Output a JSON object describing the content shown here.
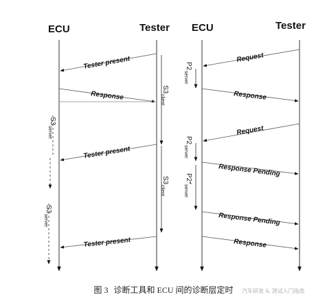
{
  "left_diagram": {
    "ecu_label": "ECU",
    "tester_label": "Tester",
    "messages": [
      "Tester present",
      "Response",
      "Tester present",
      "Tester present"
    ],
    "timers": [
      {
        "main": "S3",
        "sub": "client"
      },
      {
        "main": "S3",
        "sub": "server"
      },
      {
        "main": "S3",
        "sub": "client"
      },
      {
        "main": "S3",
        "sub": "server"
      }
    ]
  },
  "right_diagram": {
    "ecu_label": "ECU",
    "tester_label": "Tester",
    "messages": [
      "Request",
      "Response",
      "Request",
      "Response Pending",
      "Response Pending",
      "Response"
    ],
    "timers": [
      {
        "main": "P2",
        "sub": "server"
      },
      {
        "main": "P2",
        "sub": "server"
      },
      {
        "main": "P2*",
        "sub": "server"
      }
    ]
  },
  "caption": {
    "figure_number": "图 3",
    "text": "诊断工具和 ECU 间的诊断层定时"
  },
  "watermark": "汽车研发 & 测试入门指南"
}
